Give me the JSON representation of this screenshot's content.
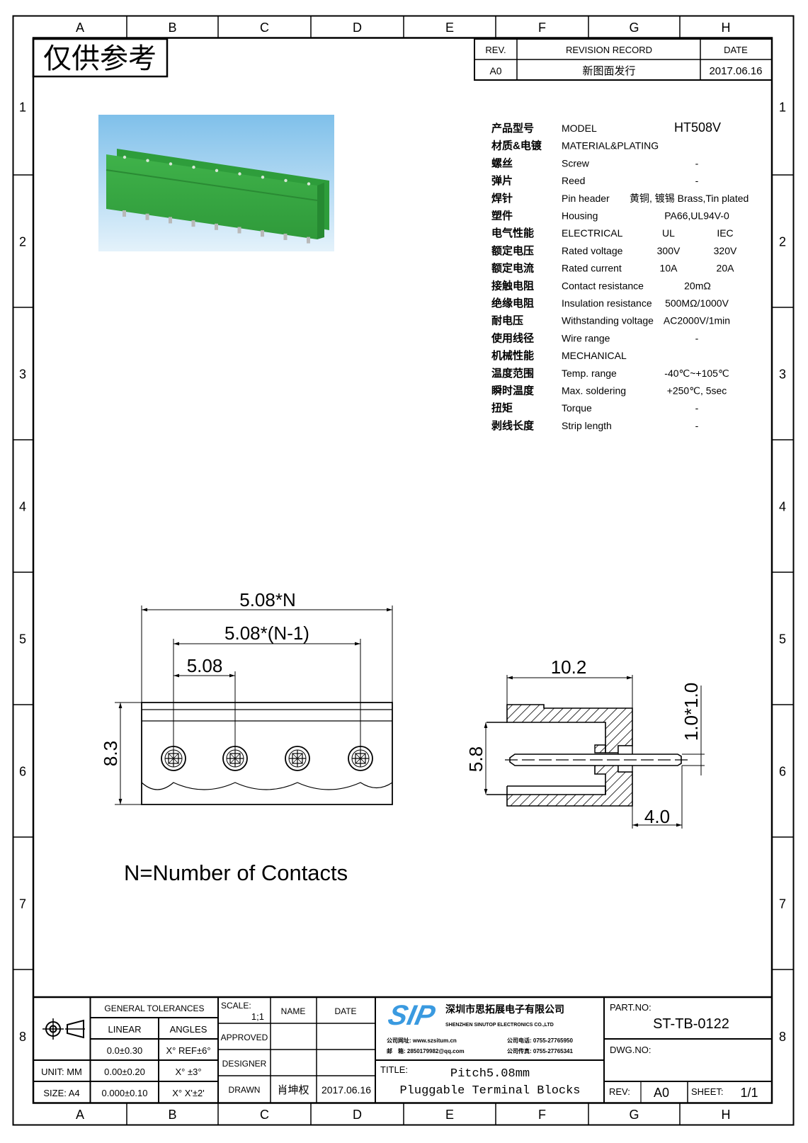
{
  "frame": {
    "columns": [
      "A",
      "B",
      "C",
      "D",
      "E",
      "F",
      "G",
      "H"
    ],
    "rows": [
      "1",
      "2",
      "3",
      "4",
      "5",
      "6",
      "7",
      "8"
    ]
  },
  "stamp": "仅供参考",
  "revision": {
    "headers": {
      "rev": "REV.",
      "record": "REVISION RECORD",
      "date": "DATE"
    },
    "rows": [
      {
        "rev": "A0",
        "record": "新图面发行",
        "date": "2017.06.16"
      }
    ]
  },
  "specs": [
    {
      "cn": "产品型号",
      "en": "MODEL",
      "v1": "HT508V",
      "v2": ""
    },
    {
      "cn": "材质&电镀",
      "en": "MATERIAL&PLATING",
      "v1": "",
      "v2": ""
    },
    {
      "cn": "螺丝",
      "en": "Screw",
      "v1": "-",
      "v2": ""
    },
    {
      "cn": "弹片",
      "en": "Reed",
      "v1": "-",
      "v2": ""
    },
    {
      "cn": "焊针",
      "en": "Pin header",
      "v1": "黄铜, 镀锡 Brass,Tin plated",
      "v2": ""
    },
    {
      "cn": "塑件",
      "en": "Housing",
      "v1": "PA66,UL94V-0",
      "v2": ""
    },
    {
      "cn": "电气性能",
      "en": "ELECTRICAL",
      "v1": "UL",
      "v2": "IEC"
    },
    {
      "cn": "额定电压",
      "en": "Rated voltage",
      "v1": "300V",
      "v2": "320V"
    },
    {
      "cn": "额定电流",
      "en": "Rated current",
      "v1": "10A",
      "v2": "20A"
    },
    {
      "cn": "接触电阻",
      "en": "Contact resistance",
      "v1": "20mΩ",
      "v2": ""
    },
    {
      "cn": "绝缘电阻",
      "en": "Insulation resistance",
      "v1": "500MΩ/1000V",
      "v2": ""
    },
    {
      "cn": "耐电压",
      "en": "Withstanding voltage",
      "v1": "AC2000V/1min",
      "v2": ""
    },
    {
      "cn": "使用线径",
      "en": "Wire range",
      "v1": "-",
      "v2": ""
    },
    {
      "cn": "机械性能",
      "en": "MECHANICAL",
      "v1": "",
      "v2": ""
    },
    {
      "cn": "温度范围",
      "en": "Temp. range",
      "v1": "-40℃~+105℃",
      "v2": ""
    },
    {
      "cn": "瞬时温度",
      "en": "Max. soldering",
      "v1": "+250℃, 5sec",
      "v2": ""
    },
    {
      "cn": "扭矩",
      "en": "Torque",
      "v1": "-",
      "v2": ""
    },
    {
      "cn": "剥线长度",
      "en": "Strip length",
      "v1": "-",
      "v2": ""
    }
  ],
  "drawing": {
    "dim_total": "5.08*N",
    "dim_n_minus_1": "5.08*(N-1)",
    "dim_pitch": "5.08",
    "dim_height": "8.3",
    "dim_depth": "10.2",
    "dim_opening": "5.8",
    "dim_pin_tail": "4.0",
    "dim_pin_size": "1.0*1.0",
    "note": "N=Number of Contacts"
  },
  "title_block": {
    "general_tolerances": "GENERAL TOLERANCES",
    "linear": "LINEAR",
    "angles": "ANGLES",
    "tol_rows": [
      {
        "linear": "0.0±0.30",
        "angle": "X° REF±6°"
      },
      {
        "linear": "0.00±0.20",
        "angle": "X° ±3°"
      },
      {
        "linear": "0.000±0.10",
        "angle": "X° X'±2'"
      }
    ],
    "unit": "UNIT: MM",
    "size": "SIZE: A4",
    "scale_label": "SCALE:",
    "scale_value": "1;1",
    "name_header": "NAME",
    "date_header": "DATE",
    "approved": "APPROVED",
    "designer": "DESIGNER",
    "drawn": "DRAWN",
    "drawn_name": "肖坤权",
    "drawn_date": "2017.06.16",
    "company": {
      "logo": "SIP",
      "name_cn": "深圳市思拓展电子有限公司",
      "name_en": "SHENZHEN SINUTOP ELECTRONICS CO.,LTD",
      "website": "公司网址: www.szsitum.cn",
      "email": "邮　箱: 2850179982@qq.com",
      "phone": "公司电话: 0755-27765950",
      "fax": "公司传真: 0755-27765341",
      "brand_color": "#3a9ae0"
    },
    "title_label": "TITLE:",
    "title_line1": "Pitch5.08mm",
    "title_line2": "Pluggable Terminal Blocks",
    "part_no_label": "PART.NO:",
    "part_no": "ST-TB-0122",
    "dwg_no_label": "DWG.NO:",
    "rev_label": "REV:",
    "rev_value": "A0",
    "sheet_label": "SHEET:",
    "sheet_value": "1/1"
  }
}
